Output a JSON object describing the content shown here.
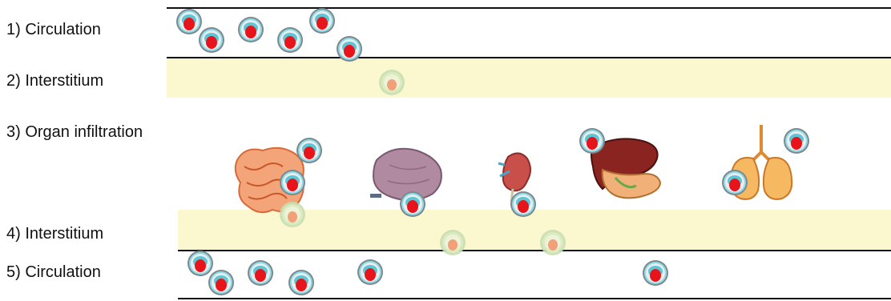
{
  "steps": [
    {
      "label": "1)  Circulation"
    },
    {
      "label": "2)  Interstitium"
    },
    {
      "label": "3)  Organ infiltration"
    },
    {
      "label": "4)  Interstitium"
    },
    {
      "label": "5)  Circulation"
    }
  ],
  "colors": {
    "interstitium": "#fbf7cf",
    "cell_ring": "#7fd0dc",
    "cell_nucleus": "#e8141b",
    "faded_cell": "#b8d9a0"
  },
  "organs": [
    "intestine-icon",
    "spleen-icon",
    "kidney-icon",
    "liver-pancreas-icon",
    "lungs-icon"
  ]
}
